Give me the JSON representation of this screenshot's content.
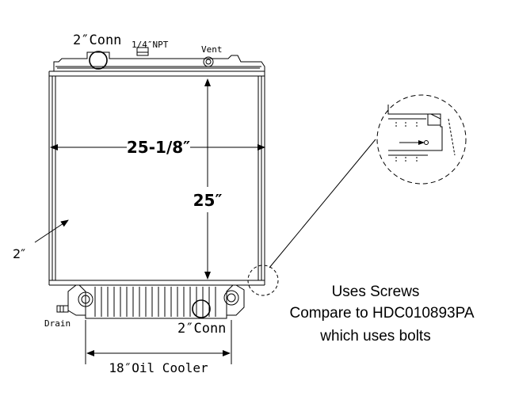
{
  "diagram": {
    "top_conn_label": "2″Conn",
    "npt_label": "1/4″NPT",
    "vent_label": "Vent",
    "width_dim": "25-1/8″",
    "height_dim": "25″",
    "depth_dim": "2″",
    "drain_label": "Drain",
    "bottom_conn_label": "2″Conn",
    "oil_cooler_dim": "18″Oil Cooler"
  },
  "note": {
    "line1": "Uses Screws",
    "line2": "Compare to HDC010893PA",
    "line3": "which uses bolts"
  }
}
